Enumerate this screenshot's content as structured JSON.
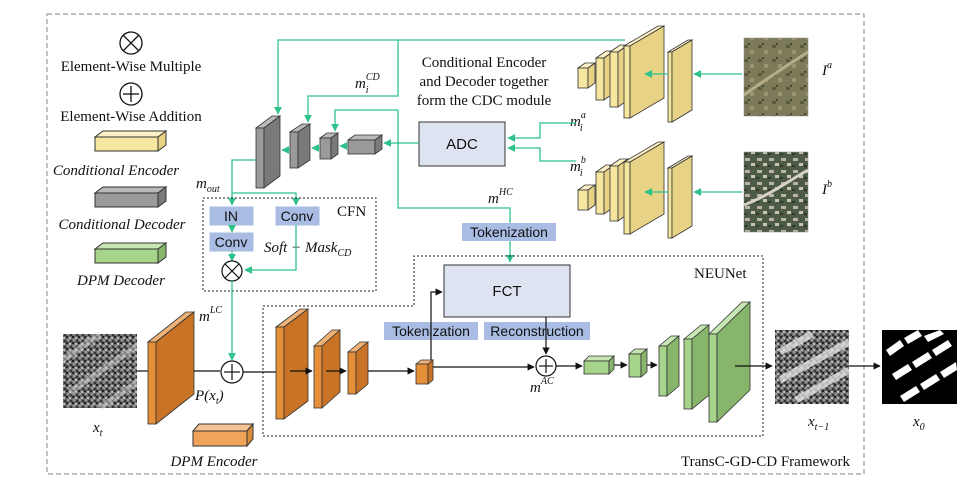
{
  "legend": {
    "element_wise_multiple": "Element-Wise Multiple",
    "element_wise_addition": "Element-Wise Addition",
    "conditional_encoder": "Conditional Encoder",
    "conditional_decoder": "Conditional Decoder",
    "dpm_decoder": "DPM Decoder"
  },
  "cdc_note": {
    "line1": "Conditional Encoder",
    "line2": "and Decoder together",
    "line3": "form the CDC module"
  },
  "inputs": {
    "image_a": "I",
    "image_a_sup": "a",
    "image_b": "I",
    "image_b_sup": "b",
    "m_a": "m",
    "m_a_sub": "i",
    "m_a_sup": "a",
    "m_b": "m",
    "m_b_sub": "i",
    "m_b_sup": "b"
  },
  "cdc": {
    "adc_label": "ADC",
    "m_cd": "m",
    "m_cd_sub": "i",
    "m_cd_sup": "CD",
    "m_out": "m",
    "m_out_sub": "out",
    "m_hc": "m",
    "m_hc_sup": "HC"
  },
  "cfn": {
    "title": "CFN",
    "in_label": "IN",
    "conv1_label": "Conv",
    "conv2_label": "Conv",
    "soft_mask": "Soft − Mask",
    "soft_mask_sub": "CD",
    "m_lc": "m",
    "m_lc_sup": "LC"
  },
  "neunet": {
    "title": "NEUNet",
    "fct_label": "FCT",
    "tokenization_top": "Tokenization",
    "tokenization_mid": "Tokenization",
    "reconstruction": "Reconstruction",
    "m_ac": "m",
    "m_ac_sup": "AC"
  },
  "bottom": {
    "x_t": "x",
    "x_t_sub": "t",
    "p_xt": "P(x",
    "p_xt_sub": "t",
    "p_xt_close": ")",
    "dpm_encoder": "DPM Encoder",
    "x_t1": "x",
    "x_t1_sub": "t−1",
    "x_0": "x",
    "x_0_sub": "0",
    "framework": "TransC-GD-CD Framework"
  },
  "colors": {
    "arrow_green": "#2ec28a",
    "label_box": "#a9bce3",
    "fct_box": "#dde3f1",
    "encoder_yellow": "#f7e6a0",
    "decoder_gray": "#8c8c8c",
    "dpm_green": "#a6d48a",
    "dpm_orange": "#e58f39"
  }
}
